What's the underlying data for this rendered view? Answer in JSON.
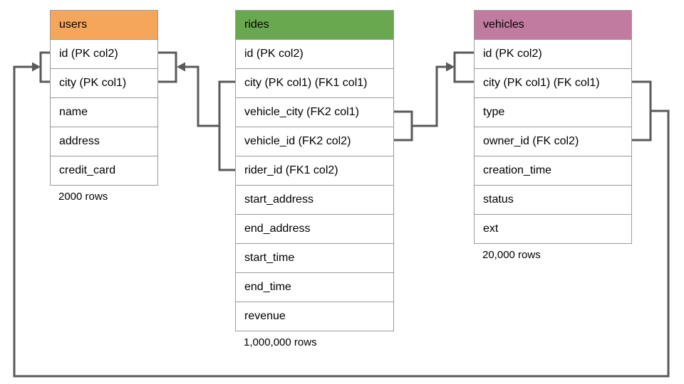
{
  "tables": [
    {
      "name": "users",
      "header_color": "#F6A65B",
      "row_count": "2000 rows",
      "columns": [
        "id (PK col2)",
        "city (PK col1)",
        "name",
        "address",
        "credit_card"
      ]
    },
    {
      "name": "rides",
      "header_color": "#6AA84F",
      "row_count": "1,000,000 rows",
      "columns": [
        "id (PK col2)",
        "city (PK col1) (FK1 col1)",
        "vehicle_city (FK2 col1)",
        "vehicle_id (FK2 col2)",
        "rider_id (FK1 col2)",
        "start_address",
        "end_address",
        "start_time",
        "end_time",
        "revenue"
      ]
    },
    {
      "name": "vehicles",
      "header_color": "#C27BA0",
      "row_count": "20,000 rows",
      "columns": [
        "id (PK col2)",
        "city (PK col1) (FK col1)",
        "type",
        "owner_id (FK col2)",
        "creation_time",
        "status",
        "ext"
      ]
    }
  ],
  "relationships": [
    {
      "name": "FK1",
      "from": "rides (city, rider_id)",
      "to": "users (city, id)"
    },
    {
      "name": "FK2",
      "from": "rides (vehicle_city, vehicle_id)",
      "to": "vehicles (city, id)"
    },
    {
      "name": "FK",
      "from": "vehicles (city, owner_id)",
      "to": "users (city, id)"
    }
  ],
  "colors": {
    "connector": "#595959",
    "table_border": "#999999",
    "background": "#FFFFFF"
  }
}
